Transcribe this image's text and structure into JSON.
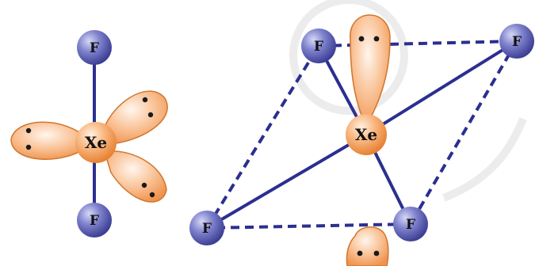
{
  "diagrams": [
    {
      "id": "xef2",
      "center_atom": "Xe",
      "ligand_atoms": [
        "F",
        "F"
      ],
      "lone_pairs": 3
    },
    {
      "id": "xef4",
      "center_atom": "Xe",
      "ligand_atoms": [
        "F",
        "F",
        "F",
        "F"
      ],
      "lone_pairs": 2
    }
  ],
  "colors": {
    "bond": "#2b2f8f",
    "fluorine_fill": "#5c5fb5",
    "xenon_fill": "#f39a55",
    "lobe_fill": "#f6b07c",
    "lobe_stroke": "#d0762e",
    "watermark": "#e8e8e8"
  }
}
